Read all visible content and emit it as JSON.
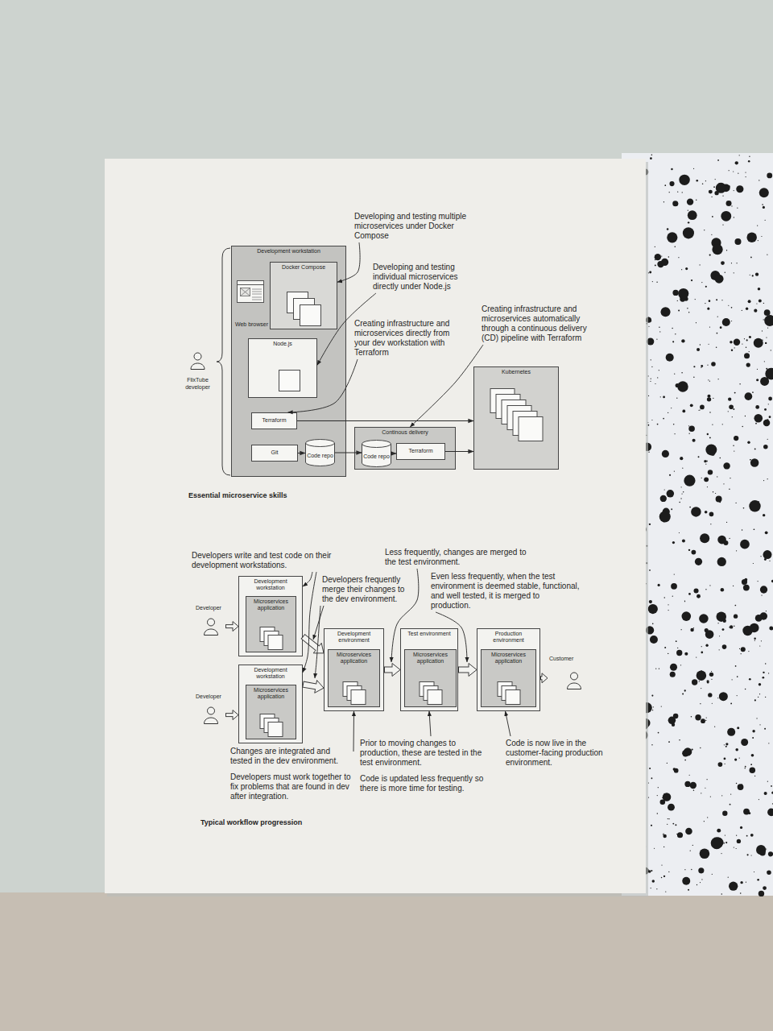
{
  "diagram": {
    "nodes": [
      {
        "text": [
          "FlixTube developer"
        ]
      },
      {
        "text": [
          "Development workstation"
        ]
      },
      {
        "text": [
          "Docker Compose"
        ],
        "in": 1
      },
      {
        "text": [
          "Web browser"
        ],
        "in": 1
      },
      {
        "text": [
          "Node.js"
        ],
        "in": 1
      },
      {
        "text": [
          "Terraform"
        ],
        "in": 1
      },
      {
        "text": [
          "Git"
        ],
        "in": 1
      },
      {
        "text": [
          "Code repo"
        ],
        "in": 1
      },
      {
        "text": [
          "Continous delivery"
        ]
      },
      {
        "text": [
          "Code repo"
        ],
        "in": 8
      },
      {
        "text": [
          "Terraform"
        ],
        "in": 8
      },
      {
        "text": [
          "Kubernetes"
        ]
      },
      {
        "text": [
          "Developer"
        ]
      },
      {
        "text": [
          "Development workstation"
        ]
      },
      {
        "text": [
          "Microservices application"
        ],
        "in": 13
      },
      {
        "text": [
          "Developer"
        ]
      },
      {
        "text": [
          "Development workstation"
        ]
      },
      {
        "text": [
          "Microservices application"
        ],
        "in": 16
      },
      {
        "text": [
          "Development environment"
        ]
      },
      {
        "text": [
          "Microservices application"
        ],
        "in": 18
      },
      {
        "text": [
          "Test environment"
        ]
      },
      {
        "text": [
          "Microservices application"
        ],
        "in": 20
      },
      {
        "text": [
          "Production environment"
        ]
      },
      {
        "text": [
          "Microservices application"
        ],
        "in": 22
      },
      {
        "text": [
          "Customer"
        ]
      }
    ],
    "edges": [
      {
        "from": 5,
        "to": 11,
        "arrow": "to"
      },
      {
        "from": 6,
        "to": 7,
        "arrow": "to"
      },
      {
        "from": 7,
        "to": 9,
        "arrow": "to"
      },
      {
        "from": 9,
        "to": 10,
        "arrow": "to"
      },
      {
        "from": 10,
        "to": 11,
        "arrow": "to"
      },
      {
        "from": 12,
        "to": 13,
        "arrow": "to"
      },
      {
        "from": 15,
        "to": 16,
        "arrow": "to"
      },
      {
        "from": 13,
        "to": 18,
        "arrow": "to"
      },
      {
        "from": 16,
        "to": 18,
        "arrow": "to"
      },
      {
        "from": 18,
        "to": 20,
        "arrow": "to"
      },
      {
        "from": 20,
        "to": 22,
        "arrow": "to"
      },
      {
        "from": 22,
        "to": 24,
        "arrow": "to"
      }
    ],
    "labels": [
      "Developing and testing multiple microservices under Docker Compose",
      "Developing and testing individual microservices directly under Node.js",
      "Creating infrastructure and microservices directly from your dev workstation with Terraform",
      "Creating infrastructure and microservices automatically through a continuous delivery (CD) pipeline with Terraform",
      "Essential microservice skills",
      "Developers write and test code on their development workstations.",
      "Less frequently, changes are merged to the test environment.",
      "Developers frequently merge their changes to the dev environment.",
      "Even less frequently, when the test environment is deemed stable, functional, and well tested, it is merged to production.",
      "Changes are integrated and tested in the dev environment.",
      "Developers must work together to fix problems that are found in dev after integration.",
      "Prior to moving changes to production, these are tested in the test environment.",
      "Code is updated less frequently so there is more time for testing.",
      "Code is now live in the customer-facing production environment.",
      "Typical workflow progression"
    ]
  }
}
